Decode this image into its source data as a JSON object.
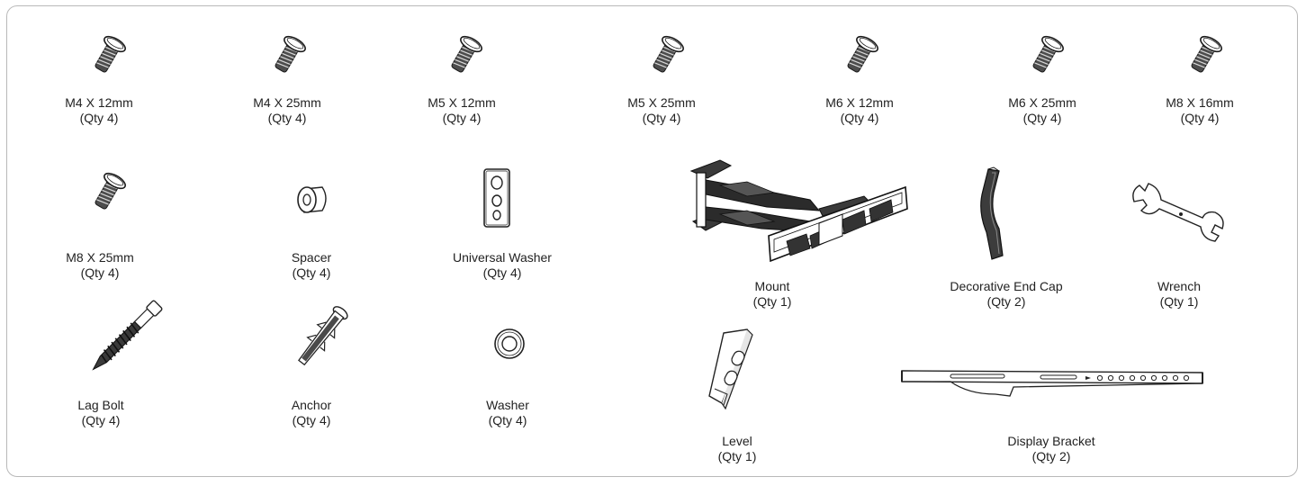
{
  "parts": {
    "m4_12": {
      "name": "M4 X 12mm",
      "qty": "(Qty 4)"
    },
    "m4_25": {
      "name": "M4 X 25mm",
      "qty": "(Qty 4)"
    },
    "m5_12": {
      "name": "M5 X 12mm",
      "qty": "(Qty 4)"
    },
    "m5_25": {
      "name": "M5 X 25mm",
      "qty": "(Qty 4)"
    },
    "m6_12": {
      "name": "M6 X 12mm",
      "qty": "(Qty 4)"
    },
    "m6_25": {
      "name": "M6 X 25mm",
      "qty": "(Qty 4)"
    },
    "m8_16": {
      "name": "M8 X 16mm",
      "qty": "(Qty 4)"
    },
    "m8_25": {
      "name": "M8 X 25mm",
      "qty": "(Qty 4)"
    },
    "spacer": {
      "name": "Spacer",
      "qty": "(Qty 4)"
    },
    "universal_washer": {
      "name": "Universal Washer",
      "qty": "(Qty 4)"
    },
    "mount": {
      "name": "Mount",
      "qty": "(Qty 1)"
    },
    "end_cap": {
      "name": "Decorative End Cap",
      "qty": "(Qty 2)"
    },
    "wrench": {
      "name": "Wrench",
      "qty": "(Qty 1)"
    },
    "lag_bolt": {
      "name": "Lag Bolt",
      "qty": "(Qty 4)"
    },
    "anchor": {
      "name": "Anchor",
      "qty": "(Qty 4)"
    },
    "washer": {
      "name": "Washer",
      "qty": "(Qty 4)"
    },
    "level": {
      "name": "Level",
      "qty": "(Qty 1)"
    },
    "display_bracket": {
      "name": "Display Bracket",
      "qty": "(Qty 2)"
    }
  }
}
